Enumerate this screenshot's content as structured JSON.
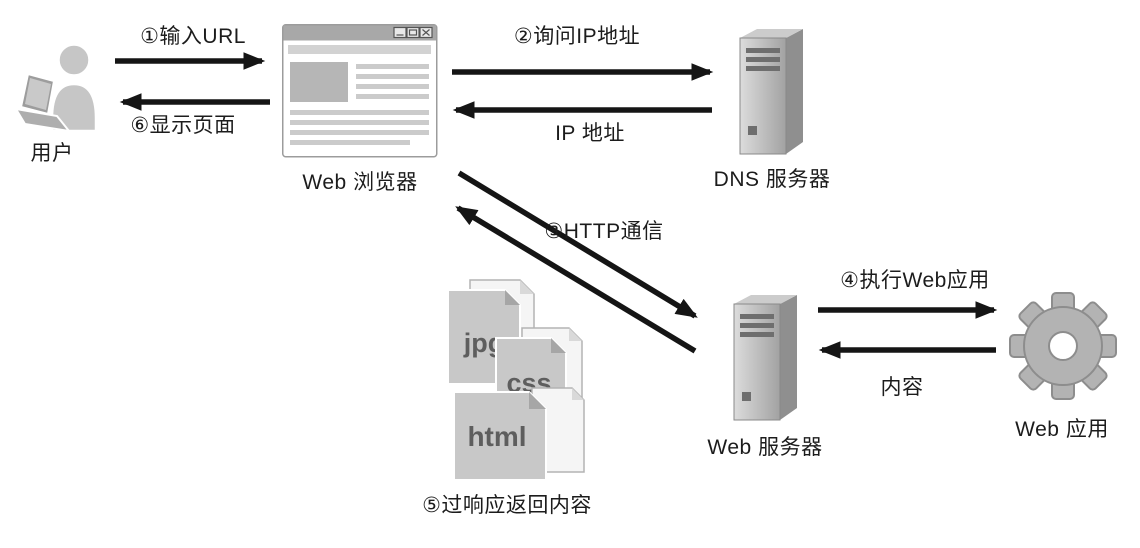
{
  "diagram": {
    "nodes": {
      "user": {
        "label": "用户"
      },
      "browser": {
        "label": "Web 浏览器"
      },
      "dns_server": {
        "label": "DNS 服务器"
      },
      "web_server": {
        "label": "Web 服务器"
      },
      "web_app": {
        "label": "Web 应用"
      }
    },
    "steps": {
      "input_url": "①输入URL",
      "ask_ip": "②询问IP地址",
      "http": "③HTTP通信",
      "run_app": "④执行Web应用",
      "response": "⑤过响应返回内容",
      "display": "⑥显示页面",
      "ip_reply": "IP 地址",
      "content_reply": "内容"
    },
    "files": [
      "jpg",
      "css",
      "html"
    ],
    "colors": {
      "arrow": "#151515",
      "icon_gray": "#b3b3b3",
      "text": "#1c1c1c"
    }
  }
}
